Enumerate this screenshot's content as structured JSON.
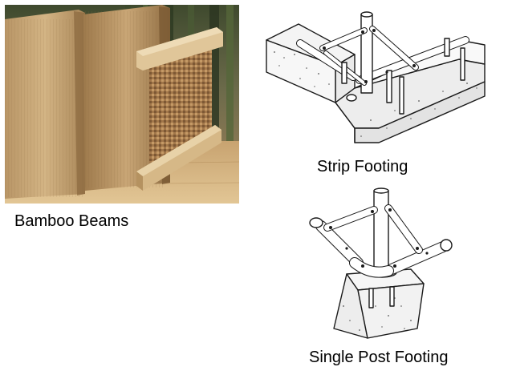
{
  "slide": {
    "photo": {
      "caption": "Bamboo Beams"
    },
    "diagrams": [
      {
        "caption": "Strip Footing"
      },
      {
        "caption": "Single Post Footing"
      }
    ]
  },
  "colors": {
    "background": "#ffffff",
    "caption_text": "#000000",
    "bamboo_light": "#d8bc8e",
    "bamboo_dark": "#9c7a4c",
    "line_art": "#1a1a1a"
  },
  "icons": {
    "photo": "bamboo-beams-photo",
    "strip": "strip-footing-drawing",
    "post": "single-post-footing-drawing"
  }
}
